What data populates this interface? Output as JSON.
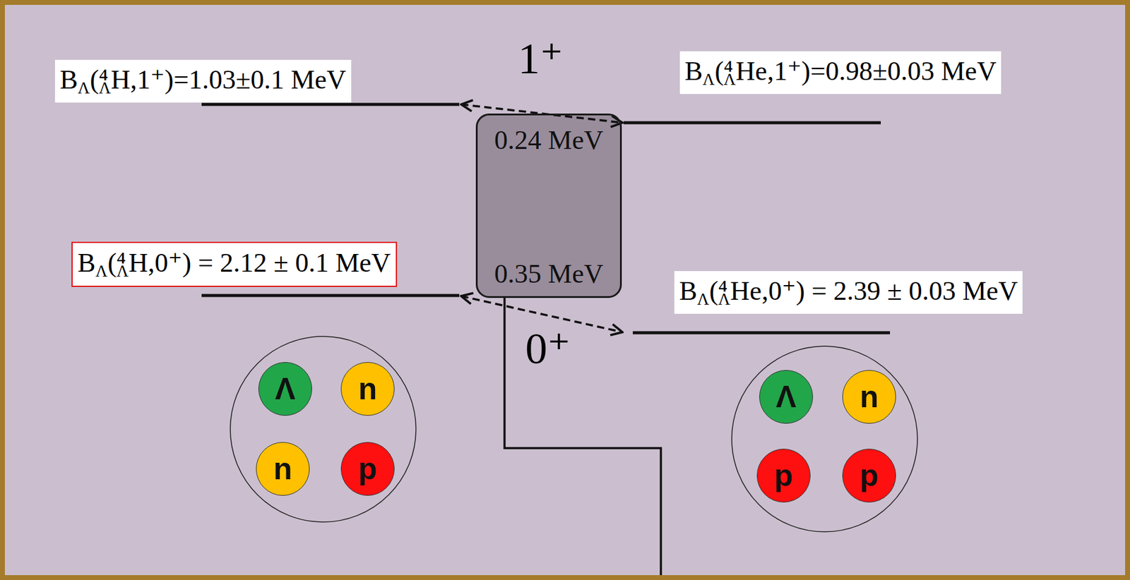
{
  "diagram": {
    "nodes": [
      {
        "text": [
          "BΛ(⁴ΛH,1⁺)=1.03±0.1 MeV"
        ]
      },
      {
        "text": [
          "BΛ(⁴ΛHe,1⁺)=0.98±0.03 MeV"
        ]
      },
      {
        "text": [
          "0.24 MeV",
          "0.35 MeV"
        ]
      },
      {
        "text": [
          "BΛ(⁴ΛH,0⁺) = 2.12 ± 0.1 MeV"
        ]
      },
      {
        "text": [
          "BΛ(⁴ΛHe,0⁺) = 2.39 ± 0.03 MeV"
        ]
      },
      {
        "text": [
          "Λ"
        ]
      },
      {
        "text": [
          "n"
        ]
      },
      {
        "text": [
          "n"
        ]
      },
      {
        "text": [
          "p"
        ]
      },
      {
        "text": [
          "Λ"
        ]
      },
      {
        "text": [
          "n"
        ]
      },
      {
        "text": [
          "p"
        ]
      },
      {
        "text": [
          "p"
        ]
      }
    ],
    "labels": [
      "1⁺",
      "0⁺"
    ]
  }
}
